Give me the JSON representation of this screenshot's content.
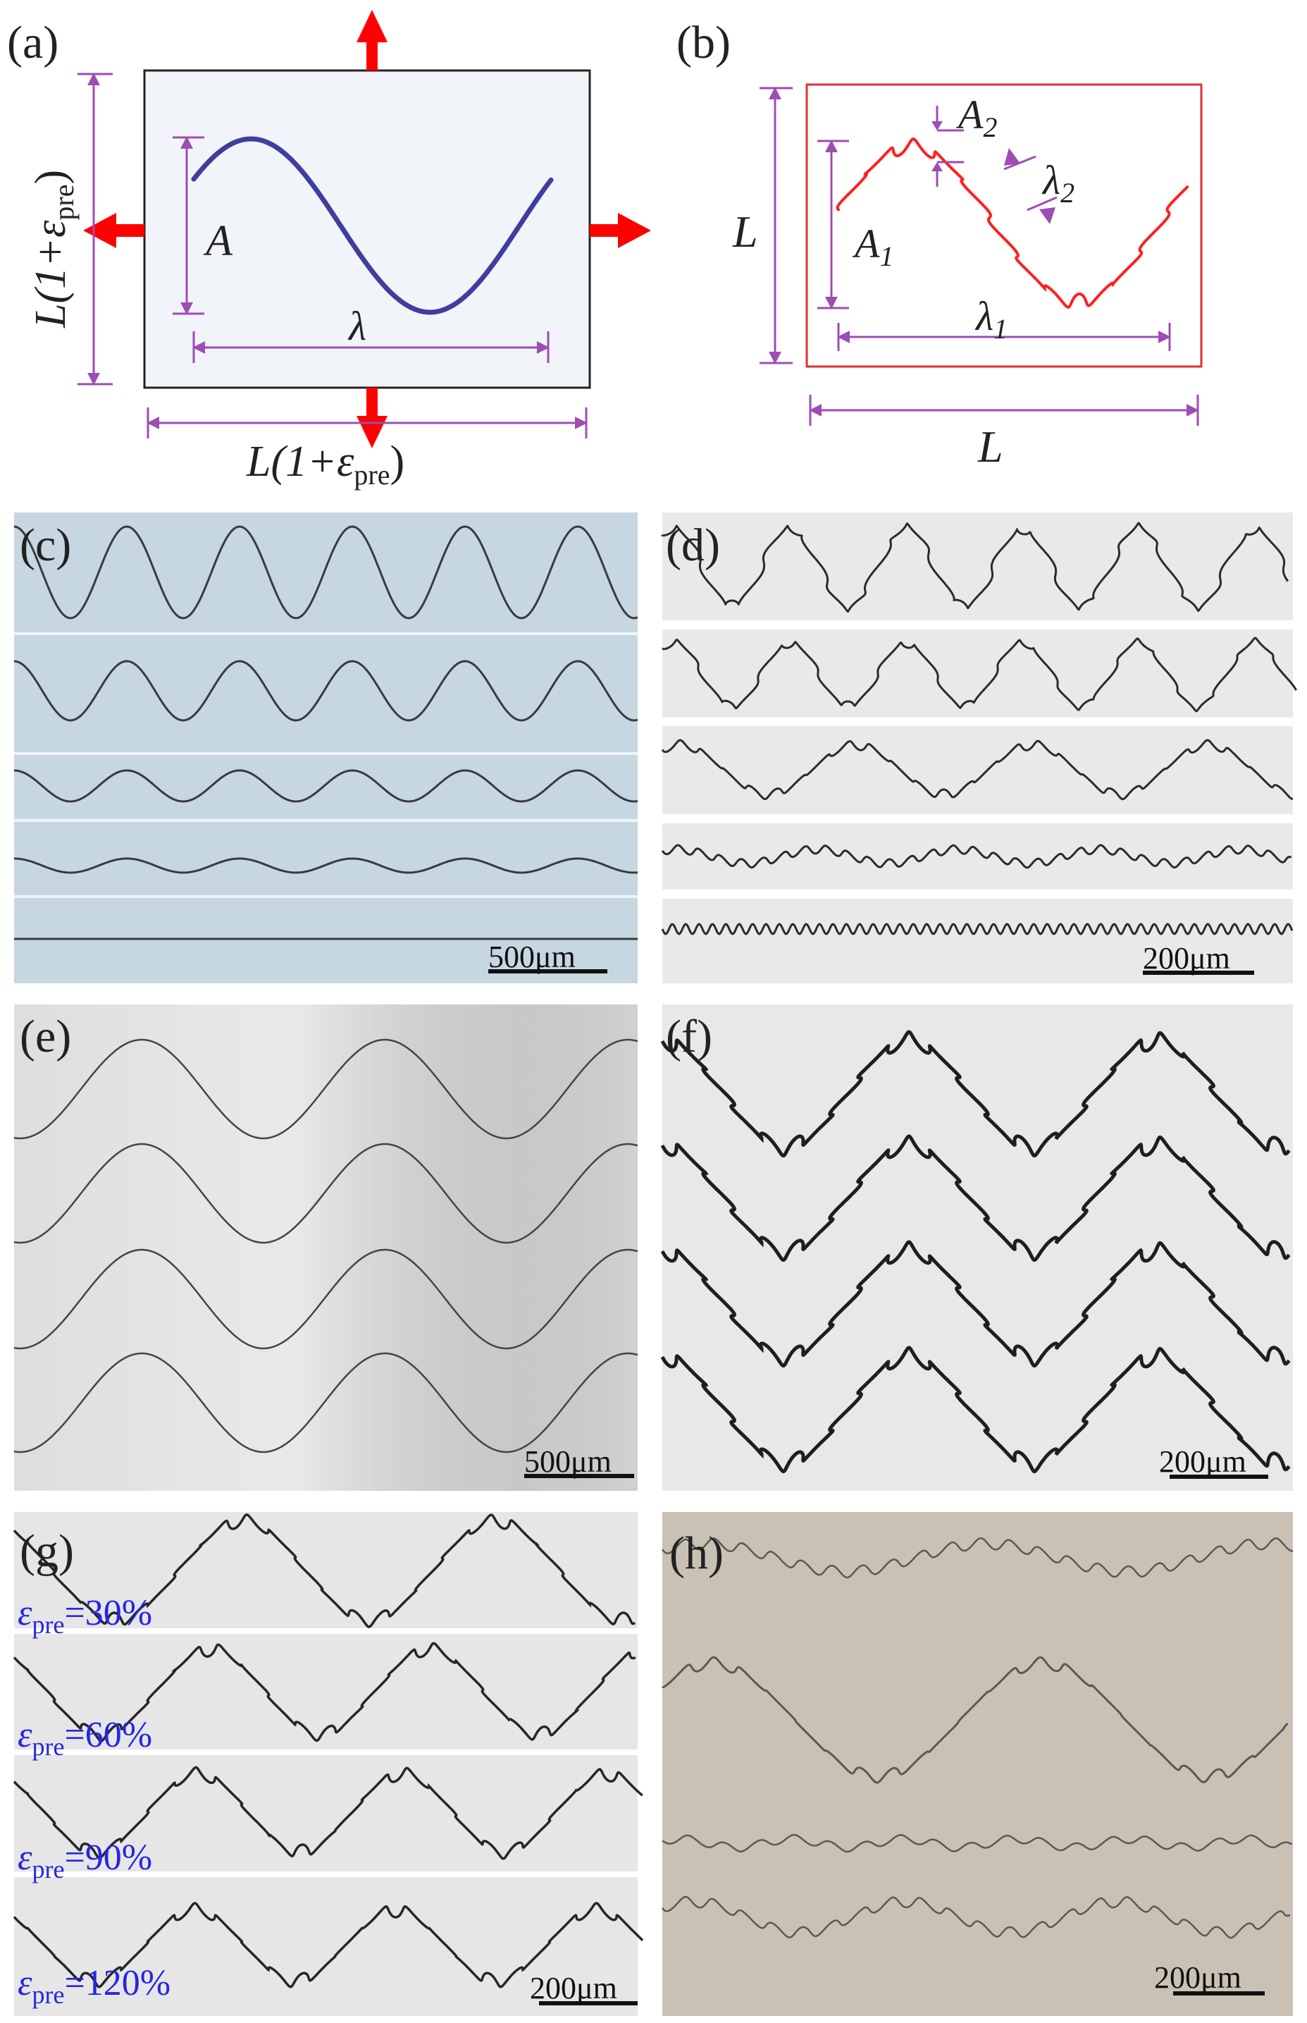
{
  "panels": {
    "a": {
      "label": "(a)",
      "amp_label": "A",
      "wave_label": "λ",
      "side_label_main": "L(1+",
      "side_label_eps": "ε",
      "side_label_sub": "pre",
      "side_label_close": ")",
      "colors": {
        "wave": "#3e3e9e",
        "arrow": "#ff0000",
        "dim": "#9d4db3",
        "frame_fill": "#f1f4f8"
      }
    },
    "b": {
      "label": "(b)",
      "A1": "A",
      "A1_sub": "1",
      "A2": "A",
      "A2_sub": "2",
      "l1": "λ",
      "l1_sub": "1",
      "l2": "λ",
      "l2_sub": "2",
      "L": "L",
      "colors": {
        "wave": "#ff2020",
        "frame": "#e0302f",
        "dim": "#9d4db3"
      }
    },
    "c": {
      "label": "(c)",
      "scale": "500μm"
    },
    "d": {
      "label": "(d)",
      "scale": "200μm"
    },
    "e": {
      "label": "(e)",
      "scale": "500μm"
    },
    "f": {
      "label": "(f)",
      "scale": "200μm"
    },
    "g": {
      "label": "(g)",
      "scale": "200μm",
      "eps_symbol": "ε",
      "eps_sub": "pre",
      "strains": [
        "=30%",
        "=60%",
        "=90%",
        "=120%"
      ]
    },
    "h": {
      "label": "(h)",
      "scale": "200μm"
    }
  }
}
